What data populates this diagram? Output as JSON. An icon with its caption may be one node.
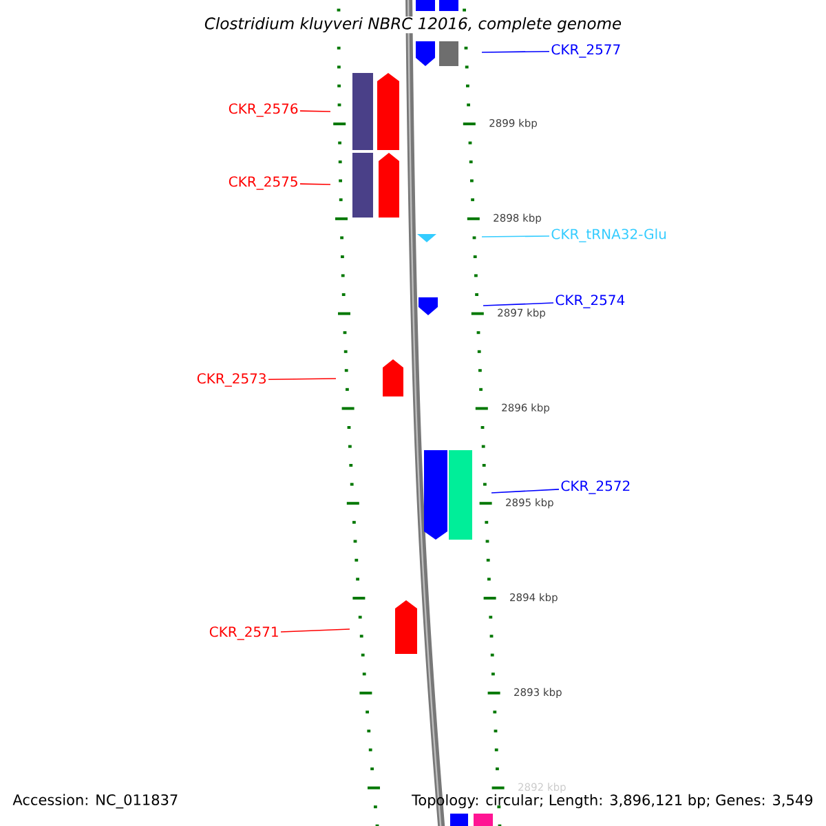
{
  "diagram": {
    "title": "Clostridium kluyveri NBRC 12016, complete genome",
    "nodes": [
      {
        "text": [],
        "shape": "box"
      },
      {
        "text": [],
        "shape": "box"
      },
      {
        "text": [],
        "shape": "arrow"
      },
      {
        "text": [],
        "shape": "box"
      },
      {
        "text": [
          "CKR_2577"
        ]
      },
      {
        "text": [
          "CKR_2576"
        ]
      },
      {
        "text": [],
        "shape": "box"
      },
      {
        "text": [],
        "shape": "arrow"
      },
      {
        "text": [
          "CKR_2575"
        ]
      },
      {
        "text": [],
        "shape": "box"
      },
      {
        "text": [],
        "shape": "arrow"
      },
      {
        "text": [],
        "shape": "triangle"
      },
      {
        "text": [
          "CKR_tRNA32-Glu"
        ]
      },
      {
        "text": [],
        "shape": "arrow"
      },
      {
        "text": [
          "CKR_2574"
        ]
      },
      {
        "text": [
          "CKR_2573"
        ]
      },
      {
        "text": [],
        "shape": "arrow"
      },
      {
        "text": [],
        "shape": "arrow"
      },
      {
        "text": [],
        "shape": "box"
      },
      {
        "text": [
          "CKR_2572"
        ]
      },
      {
        "text": [
          "CKR_2571"
        ]
      },
      {
        "text": [],
        "shape": "arrow"
      },
      {
        "text": [],
        "shape": "box"
      },
      {
        "text": [],
        "shape": "box"
      }
    ],
    "edges": [
      {
        "from": 4,
        "to": null,
        "arrow": "none",
        "color": "#0000ff"
      },
      {
        "from": 5,
        "to": null,
        "arrow": "none",
        "color": "#ff0000"
      },
      {
        "from": 8,
        "to": null,
        "arrow": "none",
        "color": "#ff0000"
      },
      {
        "from": 12,
        "to": null,
        "arrow": "none",
        "color": "#33ccff"
      },
      {
        "from": 14,
        "to": null,
        "arrow": "none",
        "color": "#0000ff"
      },
      {
        "from": 15,
        "to": null,
        "arrow": "none",
        "color": "#ff0000"
      },
      {
        "from": 19,
        "to": null,
        "arrow": "none",
        "color": "#0000ff"
      },
      {
        "from": 20,
        "to": null,
        "arrow": "none",
        "color": "#ff0000"
      }
    ],
    "labels": [
      "2899 kbp",
      "2898 kbp",
      "2897 kbp",
      "2896 kbp",
      "2895 kbp",
      "2894 kbp",
      "2893 kbp",
      "2892 kbp",
      "Accession: NC_011837",
      "Topology: circular; Length: 3,896,121 bp; Genes: 3,549"
    ]
  }
}
